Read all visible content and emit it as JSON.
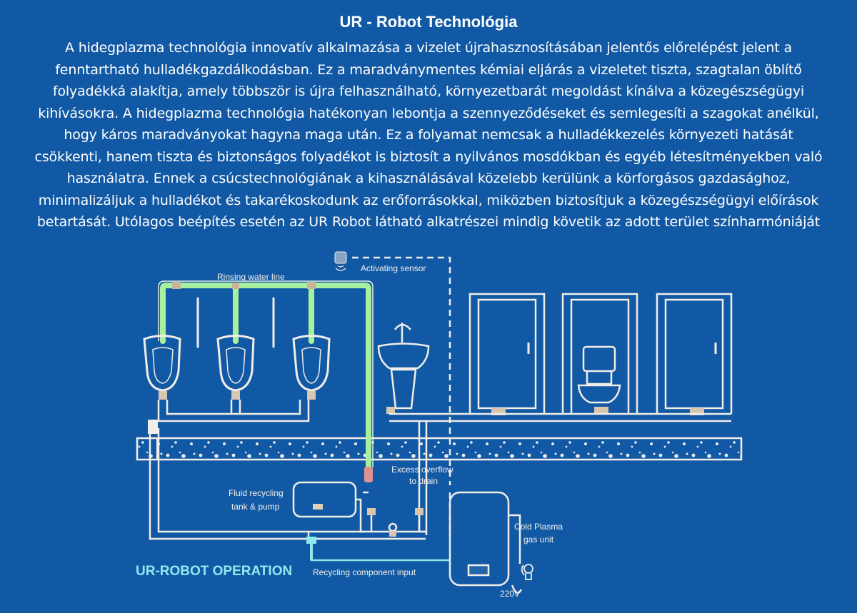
{
  "header": {
    "title": "UR - Robot Technológia",
    "paragraph": "A hidegplazma technológia innovatív alkalmazása a vizelet újrahasznosításában jelentős előrelépést jelent a fenntartható hulladékgazdálkodásban. Ez a maradványmentes kémiai eljárás a vizeletet tiszta, szagtalan öblítő folyadékká alakítja, amely többször is újra felhasználható, környezetbarát megoldást kínálva a közegészségügyi kihívásokra. A hidegplazma technológia hatékonyan lebontja a szennyeződéseket és semlegesíti a szagokat anélkül, hogy káros maradványokat hagyna maga után. Ez a folyamat nemcsak a hulladékkezelés környezeti hatását csökkenti, hanem tiszta és biztonságos folyadékot is biztosít a nyilvános mosdókban és egyéb létesítményekben való használatra. Ennek a csúcstechnológiának a kihasználásával közelebb kerülünk a körforgásos gazdasághoz, minimalizáljuk a hulladékot és takarékoskodunk az erőforrásokkal, miközben biztosítjuk a közegészségügyi előírások betartását. Utólagos beépítés esetén az UR Robot látható alkatrészei mindig követik az adott terület színharmóniáját"
  },
  "diagram": {
    "rinsing_line": "Rinsing water line",
    "sensor": "Activating sensor",
    "overflow_line1": "Excess overflow",
    "overflow_line2": "to drain",
    "tank_line1": "Fluid recycling",
    "tank_line2": "tank & pump",
    "plasma_line1": "Cold Plasma",
    "plasma_line2": "gas unit",
    "voltage": "220V",
    "operation": "UR-ROBOT OPERATION",
    "recycling_input": "Recycling  component input"
  },
  "colors": {
    "background": "#1259a5",
    "pipe": "#f1ede8",
    "rinse": "#a8f0a0",
    "accent_text": "#8ee9ee",
    "valve": "#e09090"
  }
}
